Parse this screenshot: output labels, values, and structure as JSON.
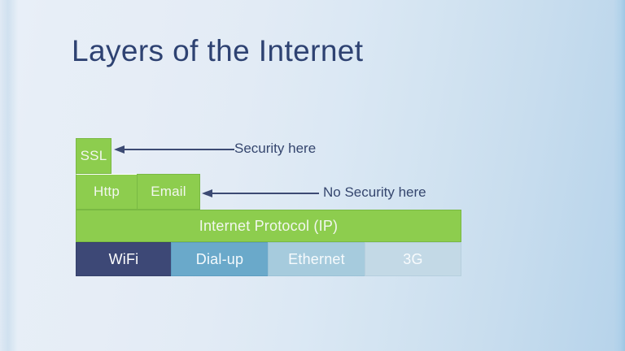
{
  "slide": {
    "title": "Layers of the Internet",
    "background_accent": "#b6d3ea",
    "title_color": "#2e4272"
  },
  "diagram": {
    "name": "internet-layers-stack",
    "layers": [
      {
        "level": "security",
        "boxes": [
          {
            "label": "SSL",
            "color": "#8dcd4e"
          }
        ]
      },
      {
        "level": "application",
        "boxes": [
          {
            "label": "Http",
            "color": "#8dcd4e"
          },
          {
            "label": "Email",
            "color": "#8dcd4e"
          }
        ]
      },
      {
        "level": "network",
        "boxes": [
          {
            "label": "Internet Protocol (IP)",
            "color": "#8dcd4e"
          }
        ]
      },
      {
        "level": "link",
        "boxes": [
          {
            "label": "WiFi",
            "color": "#3d4876"
          },
          {
            "label": "Dial-up",
            "color": "#6aa9ca"
          },
          {
            "label": "Ethernet",
            "color": "#a6cbdd"
          },
          {
            "label": "3G",
            "color": "#c3d9e6"
          }
        ]
      }
    ]
  },
  "annotations": [
    {
      "text": "Security here",
      "points_to": "SSL",
      "arrow_color": "#3c4a73"
    },
    {
      "text": "No Security here",
      "points_to": "Email",
      "arrow_color": "#3c4a73"
    }
  ]
}
